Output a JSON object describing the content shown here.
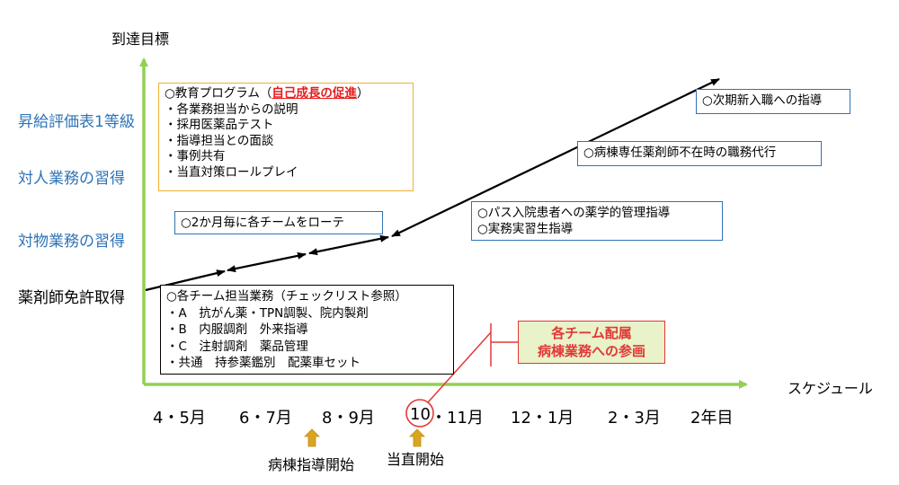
{
  "y_axis": {
    "title": "到達目標",
    "levels": [
      {
        "label": "昇給評価表1等級",
        "color": "#2f73b6"
      },
      {
        "label": "対人業務の習得",
        "color": "#2f73b6"
      },
      {
        "label": "対物業務の習得",
        "color": "#2f73b6"
      },
      {
        "label": "薬剤師免許取得",
        "color": "#000000"
      }
    ]
  },
  "x_axis": {
    "title": "スケジュール",
    "ticks": [
      "4・5月",
      "6・7月",
      "8・9月",
      "10",
      "・11月",
      "12・1月",
      "2・3月",
      "2年目"
    ]
  },
  "boxes": {
    "education": {
      "title_prefix": "○教育プログラム（",
      "title_emphasis": "自己成長の促進",
      "title_suffix": "）",
      "items": [
        "・各業務担当からの説明",
        "・採用医薬品テスト",
        "・指導担当との面談",
        "・事例共有",
        "・当直対策ロールプレイ"
      ]
    },
    "rotation": {
      "text": "○2か月毎に各チームをローテ"
    },
    "team_duties": {
      "title": "○各チーム担当業務（チェックリスト参照）",
      "items": [
        "・A　抗がん薬・TPN調製、院内製剤",
        "・B　内服調剤　外来指導",
        "・C　注射調剤　薬品管理",
        "・共通　持参薬鑑別　配薬車セット"
      ]
    },
    "path_patients": {
      "items": [
        "○パス入院患者への薬学的管理指導",
        "○実務実習生指導"
      ]
    },
    "ward_proxy": {
      "text": "○病棟専任薬剤師不在時の職務代行"
    },
    "new_hire": {
      "text": "○次期新入職への指導"
    }
  },
  "callout": {
    "lines": [
      "各チーム配属",
      "病棟業務への参画"
    ]
  },
  "milestones": [
    {
      "label": "病棟指導開始",
      "arrow_color": "#d9a520"
    },
    {
      "label": "当直開始",
      "arrow_color": "#d9a520"
    }
  ],
  "colors": {
    "axis": "#92d050",
    "blue": "#2f73b6",
    "orange": "#f0b030",
    "red": "#e23838",
    "callout_bg": "#e9f2c8"
  }
}
